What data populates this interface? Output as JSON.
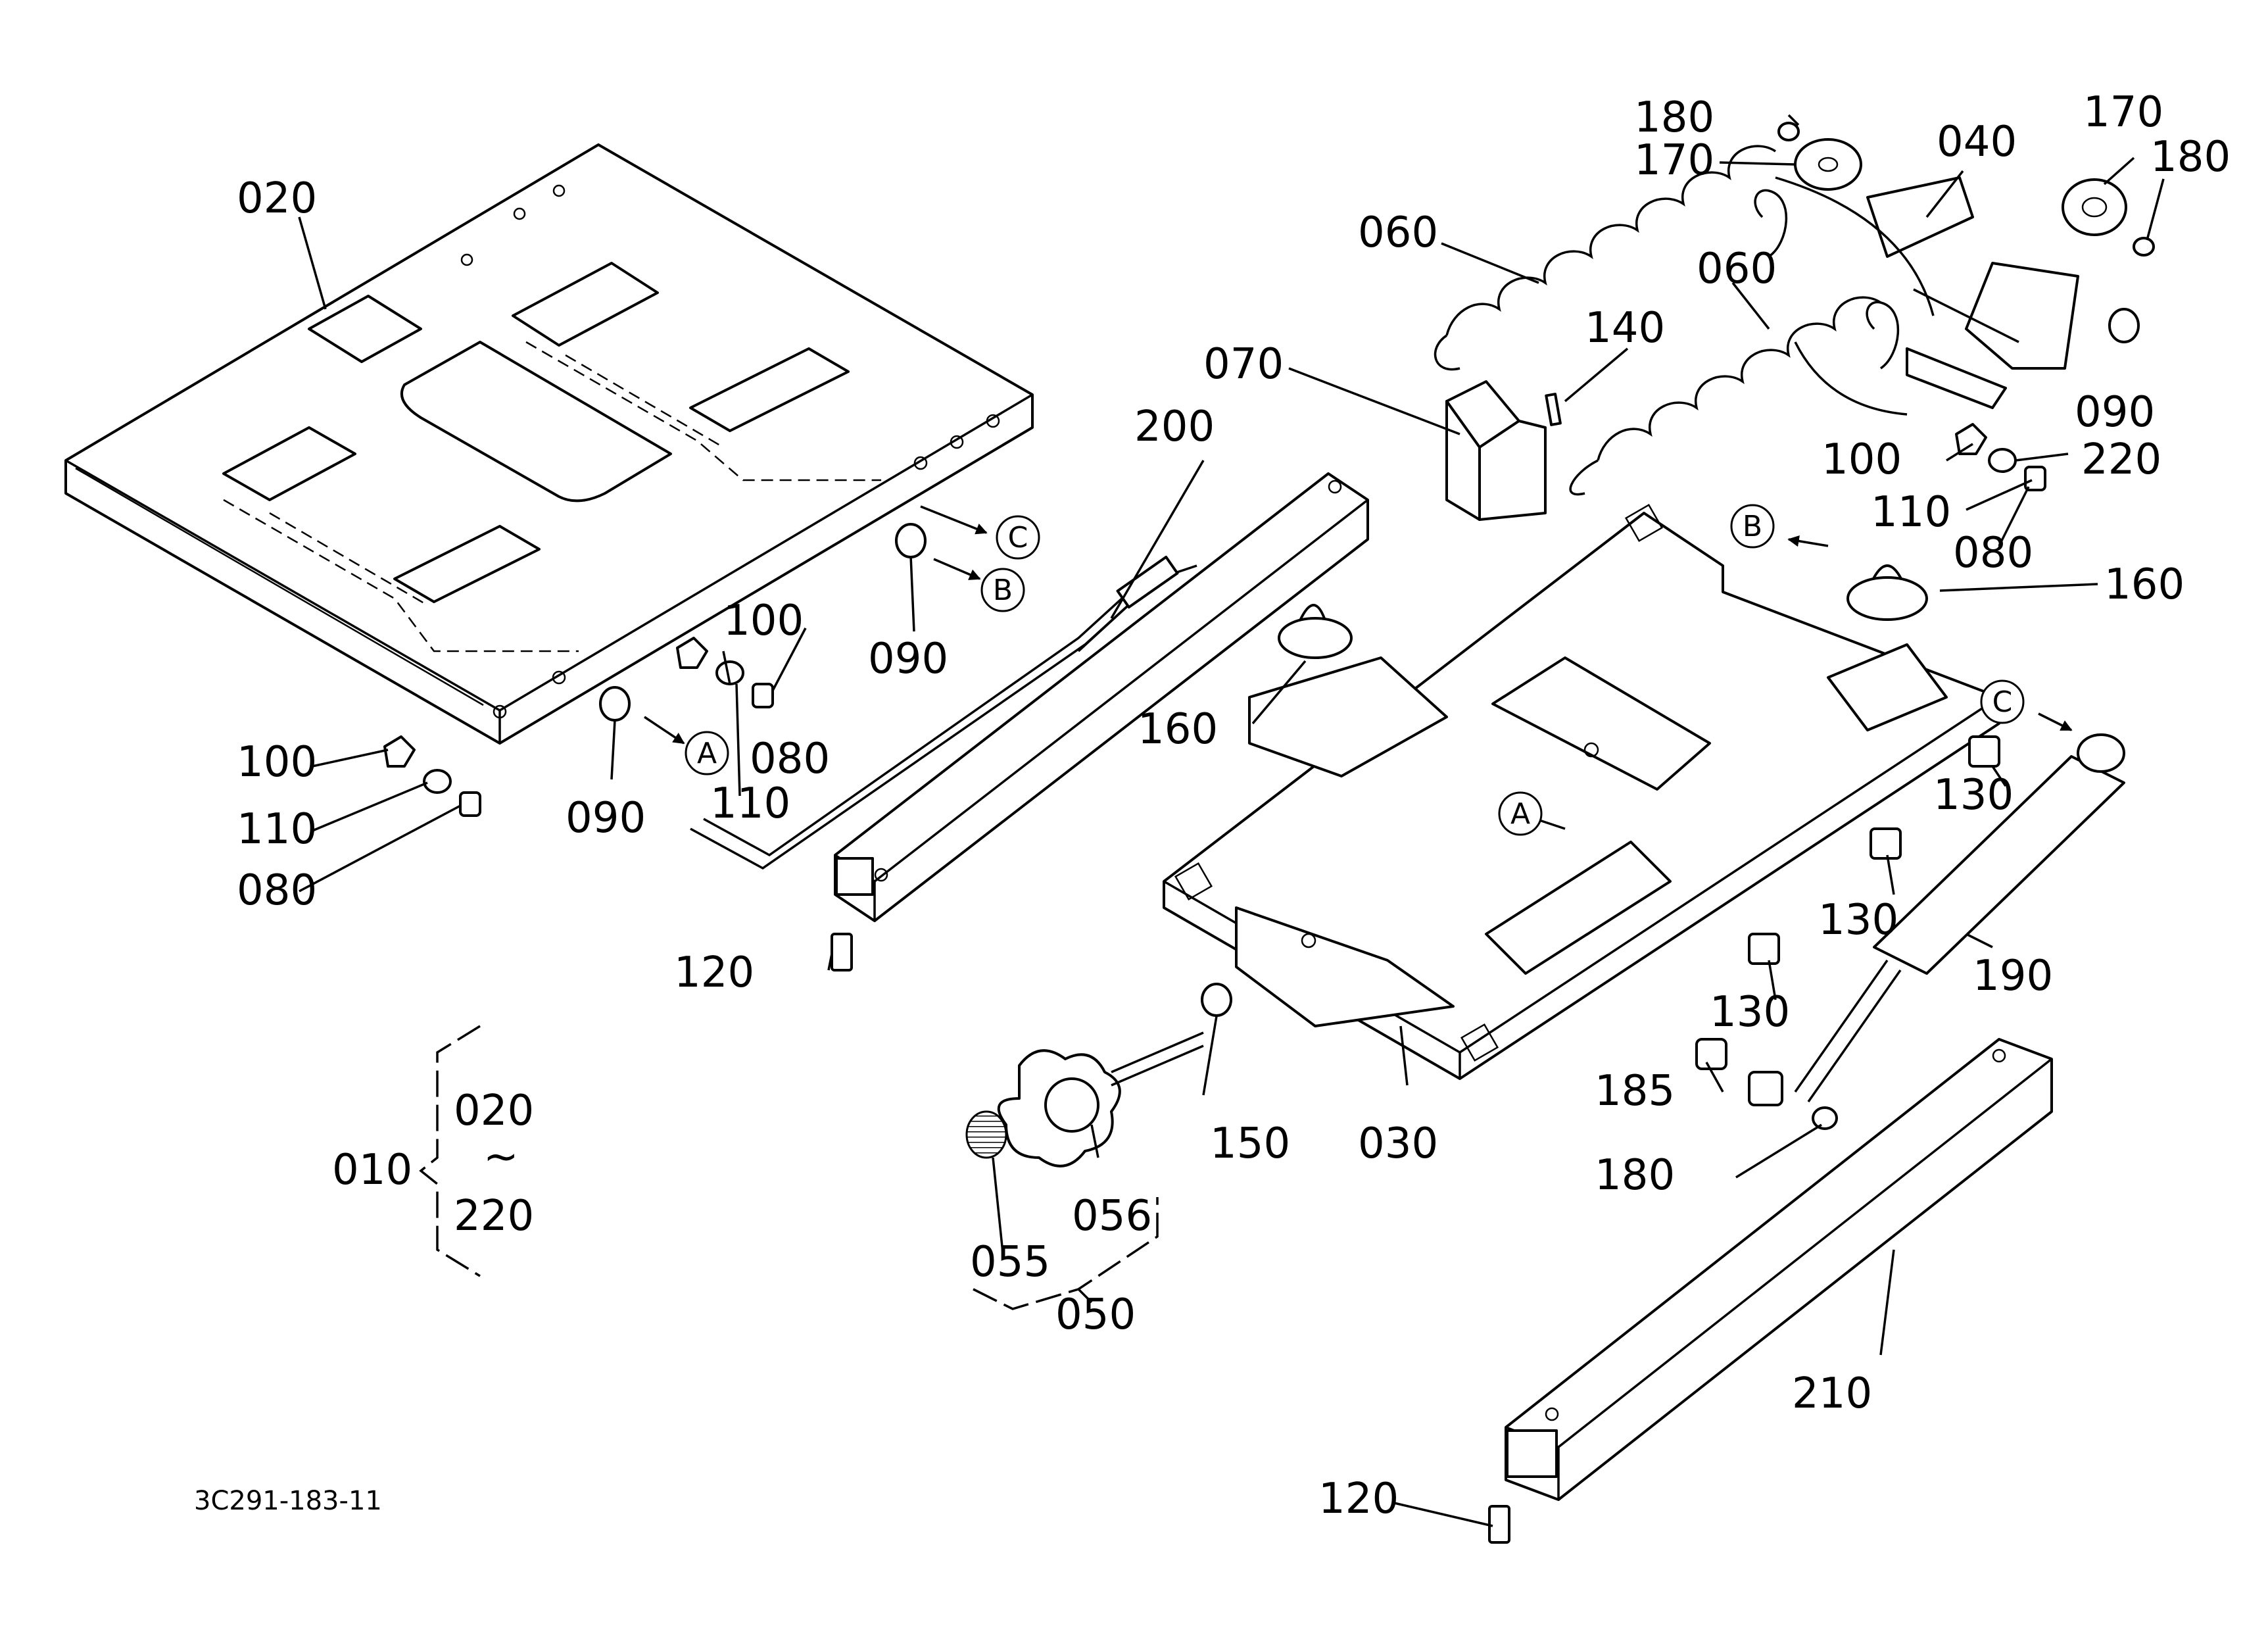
{
  "diagram_code": "3C291-183-11",
  "assembly": {
    "parent": "010",
    "from": "020",
    "tilde": "~",
    "to": "220"
  },
  "knob_group": {
    "parent": "050",
    "cap": "055",
    "knob": "056"
  },
  "callouts": {
    "c020": "020",
    "c030": "030",
    "c040": "040",
    "c060a": "060",
    "c060b": "060",
    "c070": "070",
    "c080a": "080",
    "c080b": "080",
    "c080c": "080",
    "c090a": "090",
    "c090b": "090",
    "c090c": "090",
    "c100a": "100",
    "c100b": "100",
    "c100c": "100",
    "c110a": "110",
    "c110b": "110",
    "c110c": "110",
    "c120a": "120",
    "c120b": "120",
    "c130a": "130",
    "c130b": "130",
    "c130c": "130",
    "c140": "140",
    "c150": "150",
    "c160a": "160",
    "c160b": "160",
    "c170a": "170",
    "c170b": "170",
    "c180a": "180",
    "c180b": "180",
    "c180c": "180",
    "c185": "185",
    "c190": "190",
    "c200": "200",
    "c210": "210",
    "c220": "220"
  },
  "refs": {
    "A": "A",
    "B": "B",
    "C": "C"
  }
}
